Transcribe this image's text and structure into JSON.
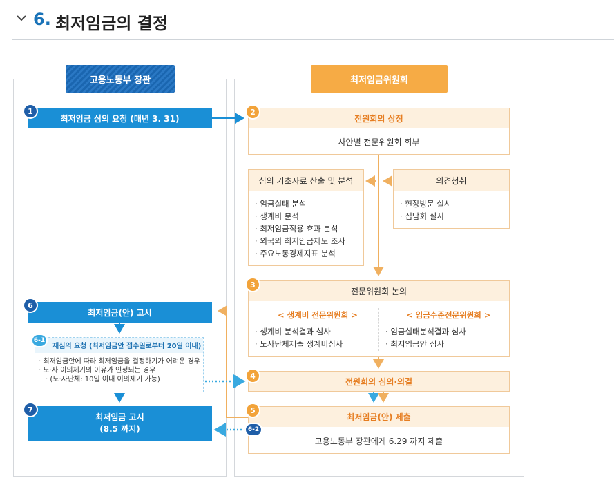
{
  "header": {
    "number": "6.",
    "title": "최저임금의 결정"
  },
  "left": {
    "header": "고용노동부 장관",
    "step1": {
      "num": "1",
      "label": "최저임금 심의 요청 (매년 3. 31)"
    },
    "step6": {
      "num": "6",
      "label": "최저임금(안) 고시"
    },
    "step61": {
      "num": "6-1",
      "title": "재심의 요청 (최저임금안 접수일로부터 20일 이내)",
      "items": [
        "최저임금안에 따라 최저임금을 결정하기가 어려운 경우",
        "노·사 이의제기의 이유가 인정되는 경우",
        "(노·사단체: 10일 이내 이의제기 가능)"
      ]
    },
    "step7": {
      "num": "7",
      "line1": "최저임금 고시",
      "line2": "(8.5 까지)"
    }
  },
  "right": {
    "header": "최저임금위원회",
    "step2": {
      "num": "2",
      "title": "전원회의 상정",
      "body": "사안별 전문위원회 회부"
    },
    "analysis": {
      "title": "심의 기초자료 산출 및 분석",
      "items": [
        "임금실태 분석",
        "생계비 분석",
        "최저임금적용 효과 분석",
        "외국의 최저임금제도 조사",
        "주요노동경제지표 분석"
      ]
    },
    "opinion": {
      "title": "의견청취",
      "items": [
        "현장방문 실시",
        "집담회 실시"
      ]
    },
    "step3": {
      "num": "3",
      "title": "전문위원회 논의",
      "left_title": "< 생계비 전문위원회 >",
      "left_items": [
        "생계비 분석결과 심사",
        "노사단체제출 생계비심사"
      ],
      "right_title": "< 임금수준전문위원회 >",
      "right_items": [
        "임금실태분석결과 심사",
        "최저임금안 심사"
      ]
    },
    "step4": {
      "num": "4",
      "title": "전원회의 심의·의결"
    },
    "step5": {
      "num": "5",
      "title": "최저임금(안) 제출",
      "body": "고용노동부 장관에게 6.29 까지 제출"
    },
    "step62": {
      "num": "6-2"
    }
  }
}
